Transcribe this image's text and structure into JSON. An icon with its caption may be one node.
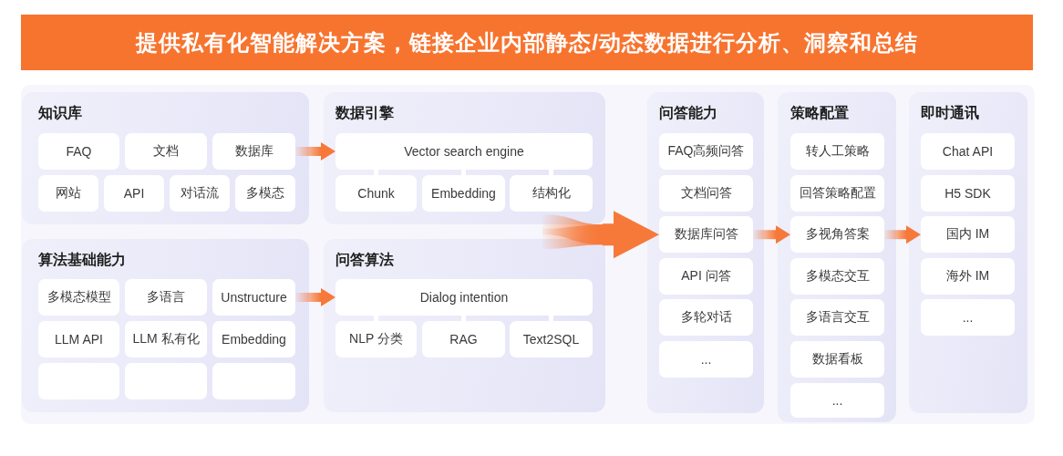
{
  "diagram": {
    "title": "提供私有化智能解决方案，链接企业内部静态/动态数据进行分析、洞察和总结",
    "nodes": [
      {
        "text": [
          "知识库"
        ]
      },
      {
        "text": [
          "FAQ"
        ],
        "in": 0
      },
      {
        "text": [
          "文档"
        ],
        "in": 0
      },
      {
        "text": [
          "数据库"
        ],
        "in": 0
      },
      {
        "text": [
          "网站"
        ],
        "in": 0
      },
      {
        "text": [
          "API"
        ],
        "in": 0
      },
      {
        "text": [
          "对话流"
        ],
        "in": 0
      },
      {
        "text": [
          "多模态"
        ],
        "in": 0
      },
      {
        "text": [
          "数据引擎"
        ]
      },
      {
        "text": [
          "Vector search engine"
        ],
        "in": 8
      },
      {
        "text": [
          "Chunk"
        ],
        "in": 8
      },
      {
        "text": [
          "Embedding"
        ],
        "in": 8
      },
      {
        "text": [
          "结构化"
        ],
        "in": 8
      },
      {
        "text": [
          "问答能力"
        ]
      },
      {
        "text": [
          "FAQ高频问答"
        ],
        "in": 13
      },
      {
        "text": [
          "文档问答"
        ],
        "in": 13
      },
      {
        "text": [
          "数据库问答"
        ],
        "in": 13
      },
      {
        "text": [
          "API 问答"
        ],
        "in": 13
      },
      {
        "text": [
          "多轮对话"
        ],
        "in": 13
      },
      {
        "text": [
          "..."
        ],
        "in": 13
      },
      {
        "text": [
          "策略配置"
        ]
      },
      {
        "text": [
          "转人工策略"
        ],
        "in": 20
      },
      {
        "text": [
          "回答策略配置"
        ],
        "in": 20
      },
      {
        "text": [
          "多视角答案"
        ],
        "in": 20
      },
      {
        "text": [
          "多模态交互"
        ],
        "in": 20
      },
      {
        "text": [
          "多语言交互"
        ],
        "in": 20
      },
      {
        "text": [
          "数据看板"
        ],
        "in": 20
      },
      {
        "text": [
          "..."
        ],
        "in": 20
      },
      {
        "text": [
          "即时通讯"
        ]
      },
      {
        "text": [
          "Chat API"
        ],
        "in": 28
      },
      {
        "text": [
          "H5 SDK"
        ],
        "in": 28
      },
      {
        "text": [
          "国内 IM"
        ],
        "in": 28
      },
      {
        "text": [
          "海外 IM"
        ],
        "in": 28
      },
      {
        "text": [
          "..."
        ],
        "in": 28
      },
      {
        "text": [
          "算法基础能力"
        ]
      },
      {
        "text": [
          "多模态模型"
        ],
        "in": 34
      },
      {
        "text": [
          "多语言"
        ],
        "in": 34
      },
      {
        "text": [
          "Unstructure"
        ],
        "in": 34
      },
      {
        "text": [
          "LLM API"
        ],
        "in": 34
      },
      {
        "text": [
          "LLM 私有化"
        ],
        "in": 34
      },
      {
        "text": [
          "Embedding"
        ],
        "in": 34
      },
      {
        "text": [],
        "shape": "box",
        "in": 34
      },
      {
        "text": [],
        "shape": "box",
        "in": 34
      },
      {
        "text": [],
        "shape": "box",
        "in": 34
      },
      {
        "text": [
          "问答算法"
        ]
      },
      {
        "text": [
          "Dialog intention"
        ],
        "in": 44
      },
      {
        "text": [
          "NLP 分类"
        ],
        "in": 44
      },
      {
        "text": [
          "RAG"
        ],
        "in": 44
      },
      {
        "text": [
          "Text2SQL"
        ],
        "in": 44
      }
    ],
    "edges": [
      {
        "from": 3,
        "to": 9,
        "arrow": "to"
      },
      {
        "from": 37,
        "to": 45,
        "arrow": "to"
      },
      {
        "from": 8,
        "to": 16,
        "arrow": "to",
        "style": "thick"
      },
      {
        "from": 44,
        "to": 16,
        "arrow": "to",
        "style": "thick"
      },
      {
        "from": 16,
        "to": 23,
        "arrow": "to"
      },
      {
        "from": 23,
        "to": 31,
        "arrow": "to"
      },
      {
        "from": 9,
        "to": 10,
        "arrow": "none",
        "color": "#ffffff"
      },
      {
        "from": 9,
        "to": 11,
        "arrow": "none",
        "color": "#ffffff"
      },
      {
        "from": 9,
        "to": 12,
        "arrow": "none",
        "color": "#ffffff"
      },
      {
        "from": 45,
        "to": 46,
        "arrow": "none",
        "color": "#ffffff"
      },
      {
        "from": 45,
        "to": 47,
        "arrow": "none",
        "color": "#ffffff"
      },
      {
        "from": 45,
        "to": 48,
        "arrow": "none",
        "color": "#ffffff"
      }
    ]
  }
}
